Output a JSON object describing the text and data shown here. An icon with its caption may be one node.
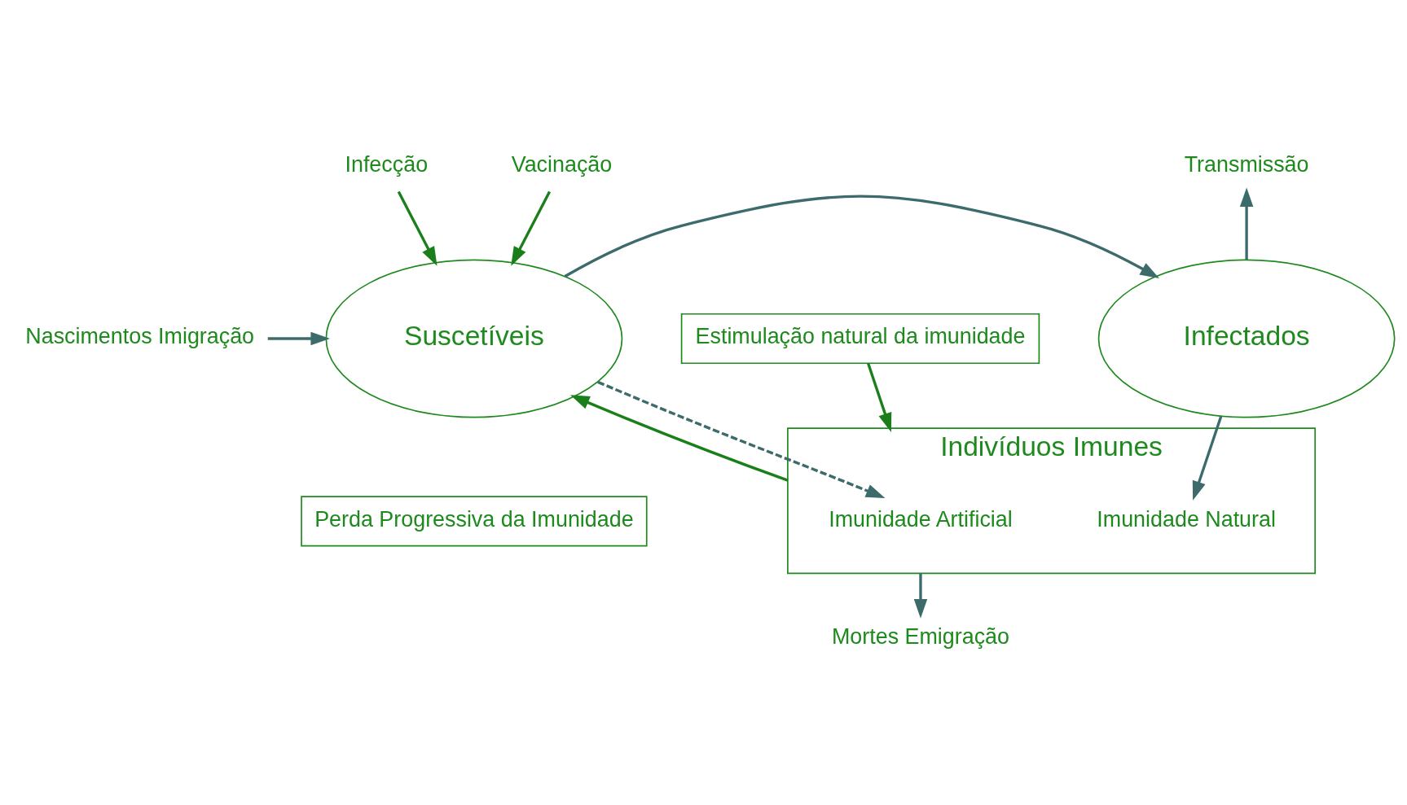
{
  "diagram": {
    "nodes": [
      {
        "text": [
          "Vacinação"
        ]
      },
      {
        "text": [
          "Infecção"
        ]
      },
      {
        "text": [
          "Transmissão"
        ]
      },
      {
        "text": [
          "Nascimentos Imigração"
        ]
      },
      {
        "text": [
          "Suscetíveis"
        ]
      },
      {
        "text": [
          "Infectados"
        ]
      },
      {
        "text": [
          "Perda Progressiva da Imunidade"
        ]
      },
      {
        "text": [
          "Indivíduos Imunes"
        ]
      },
      {
        "text": [
          "Imunidade Artificial"
        ],
        "in": 7
      },
      {
        "text": [
          "Imunidade Natural"
        ],
        "in": 7
      },
      {
        "text": [
          "Mortes Emigração"
        ]
      },
      {
        "text": [
          "Estimulação natural da imunidade"
        ]
      }
    ],
    "edges": [
      {
        "from": 0,
        "to": 4,
        "arrow": "to",
        "color": "#1a7f1a"
      },
      {
        "from": 1,
        "to": 4,
        "arrow": "to",
        "color": "#1a7f1a"
      },
      {
        "from": 3,
        "to": 4,
        "arrow": "to"
      },
      {
        "from": 4,
        "to": 5,
        "arrow": "to"
      },
      {
        "from": 5,
        "to": 2,
        "arrow": "to"
      },
      {
        "from": 4,
        "to": 8,
        "arrow": "to",
        "style": "dashed"
      },
      {
        "from": 5,
        "to": 9,
        "arrow": "to"
      },
      {
        "from": 7,
        "to": 4,
        "arrow": "to",
        "color": "#1a7f1a"
      },
      {
        "from": 7,
        "to": 10,
        "arrow": "to"
      },
      {
        "from": 11,
        "to": 7,
        "arrow": "to",
        "color": "#1a7f1a"
      }
    ]
  }
}
